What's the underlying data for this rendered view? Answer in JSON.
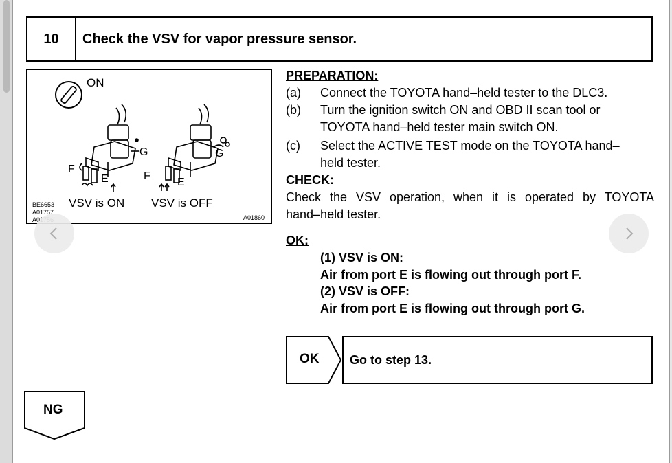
{
  "viewer": {
    "prev_icon": "chevron-left-icon",
    "next_icon": "chevron-right-icon"
  },
  "step": {
    "number": "10",
    "title": "Check the VSV for vapor pressure sensor."
  },
  "figure": {
    "on_label": "ON",
    "left_caption": "VSV is ON",
    "right_caption": "VSV is OFF",
    "port_f": "F",
    "port_e": "E",
    "port_g": "G",
    "ref_codes": [
      "BE6653",
      "A01757",
      "A01756"
    ],
    "figure_code": "A01860"
  },
  "preparation": {
    "heading": "PREPARATION:",
    "items": [
      {
        "label": "(a)",
        "lines": [
          "Connect the TOYOTA hand–held tester to the DLC3."
        ]
      },
      {
        "label": "(b)",
        "lines": [
          "Turn the ignition switch ON and OBD II scan tool or",
          "TOYOTA hand–held tester main switch ON."
        ]
      },
      {
        "label": "(c)",
        "lines": [
          "Select the ACTIVE TEST mode on the TOYOTA hand–",
          "held tester."
        ]
      }
    ]
  },
  "check": {
    "heading": "CHECK:",
    "lines": [
      "Check the VSV operation, when it is operated by TOYOTA",
      "hand–held tester."
    ]
  },
  "ok": {
    "heading": "OK:",
    "lines": [
      "(1)  VSV is ON:",
      "Air from port E is flowing out through port F.",
      "(2)  VSV is OFF:",
      "Air from port E is flowing out through port G."
    ]
  },
  "flow": {
    "ok_label": "OK",
    "ok_target": "Go to step 13.",
    "ng_label": "NG"
  }
}
